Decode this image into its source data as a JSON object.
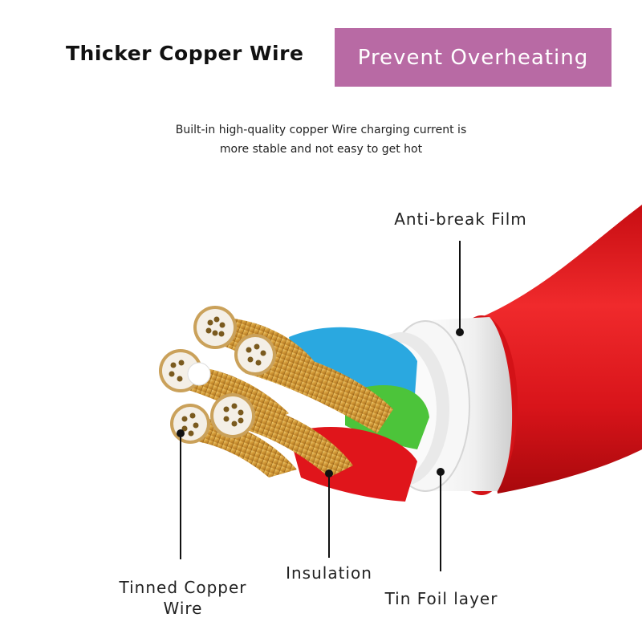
{
  "header": {
    "title": "Thicker Copper Wire",
    "badge": "Prevent Overheating"
  },
  "description": {
    "line1": "Built-in high-quality copper Wire charging current is",
    "line2": "more stable and not easy to get hot"
  },
  "labels": {
    "anti_break": "Anti-break Film",
    "tinned_line1": "Tinned Copper",
    "tinned_line2": "Wire",
    "insulation": "Insulation",
    "tin_foil": "Tin Foil layer"
  },
  "colors": {
    "badge": "#b86aa4",
    "jacket": "#e0151b",
    "foil": "#ededed",
    "blue_core": "#2aa8e0",
    "green_core": "#4cc43a",
    "red_core": "#e0151b",
    "copper": "#d9a540"
  }
}
